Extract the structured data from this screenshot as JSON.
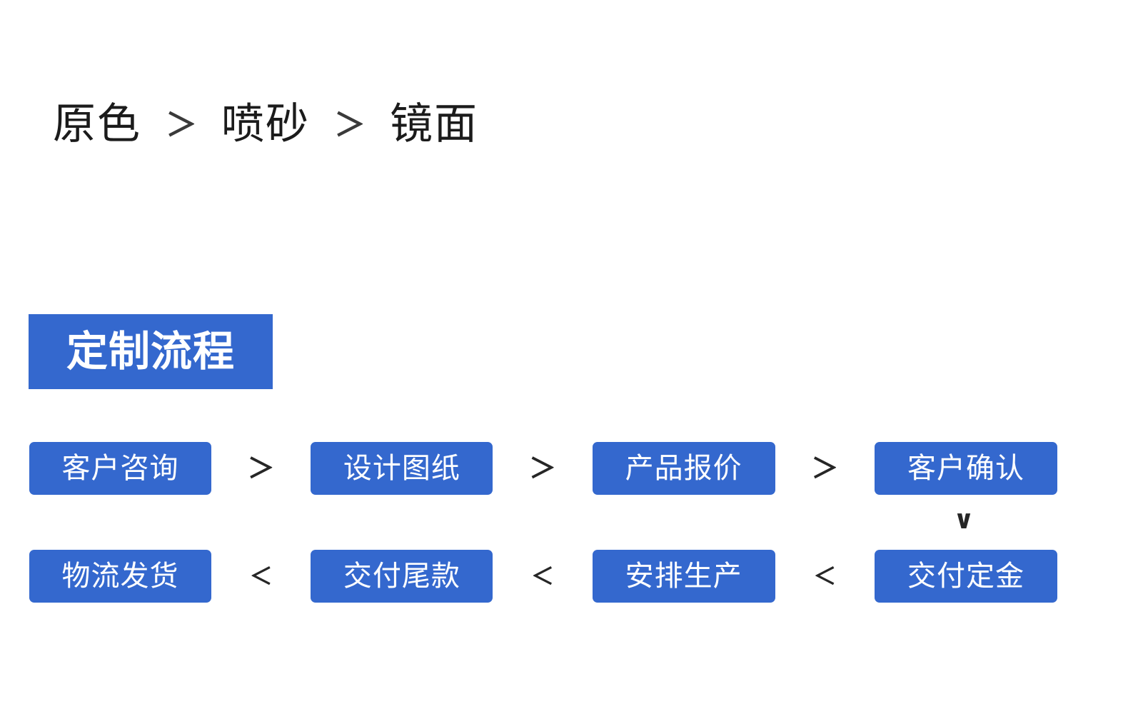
{
  "finish_row": {
    "items": [
      "原色",
      "喷砂",
      "镜面"
    ],
    "separator": "＞"
  },
  "section": {
    "badge_label": "定制流程",
    "badge_color": "#3468ce",
    "badge_text_color": "#ffffff"
  },
  "flow": {
    "forward_arrow": "＞",
    "backward_arrow": "＜",
    "down_arrow": "∨",
    "box_color": "#3468ce",
    "box_text_color": "#ffffff",
    "row1": [
      {
        "label": "客户咨询"
      },
      {
        "label": "设计图纸"
      },
      {
        "label": "产品报价"
      },
      {
        "label": "客户确认"
      }
    ],
    "row2": [
      {
        "label": "物流发货"
      },
      {
        "label": "交付尾款"
      },
      {
        "label": "安排生产"
      },
      {
        "label": "交付定金"
      }
    ]
  }
}
